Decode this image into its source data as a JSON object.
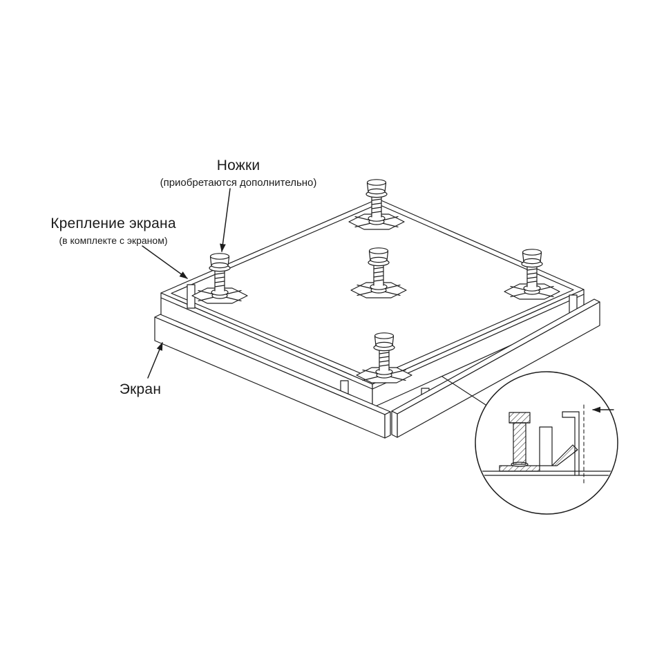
{
  "page": {
    "background": "#ffffff",
    "line_color": "#1d1d1d"
  },
  "labels": {
    "feet": {
      "title": "Ножки",
      "subtitle": "(приобретаются дополнительно)"
    },
    "mount": {
      "title": "Крепление экрана",
      "subtitle": "(в комплекте с экраном)"
    },
    "screen": {
      "title": "Экран"
    }
  }
}
